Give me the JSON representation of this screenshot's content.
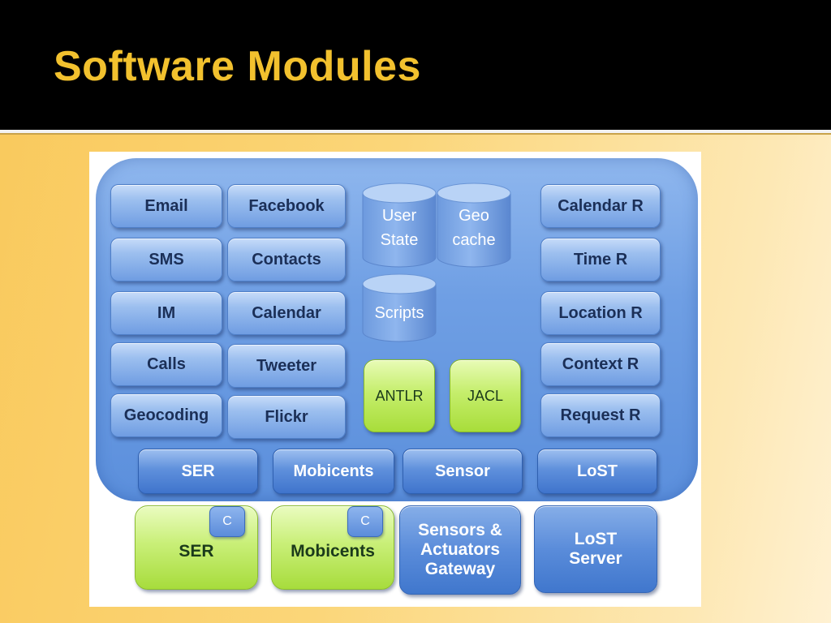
{
  "title": "Software Modules",
  "left_column_a": [
    "Email",
    "SMS",
    "IM",
    "Calls",
    "Geocoding"
  ],
  "left_column_b": [
    "Facebook",
    "Contacts",
    "Calendar",
    "Tweeter",
    "Flickr"
  ],
  "right_column": [
    "Calendar R",
    "Time R",
    "Location R",
    "Context R",
    "Request R"
  ],
  "storage": {
    "user_state": [
      "User",
      "State"
    ],
    "geo_cache": [
      "Geo",
      "cache"
    ],
    "scripts": [
      "Scripts"
    ]
  },
  "tools": [
    "ANTLR",
    "JACL"
  ],
  "bus": [
    "SER",
    "Mobicents",
    "Sensor",
    "LoST"
  ],
  "bottom": {
    "ser": {
      "label": "SER",
      "badge": "C"
    },
    "mobicents": {
      "label": "Mobicents",
      "badge": "C"
    },
    "sensors_gateway": [
      "Sensors &",
      "Actuators",
      "Gateway"
    ],
    "lost_server": [
      "LoST",
      "Server"
    ]
  },
  "colors": {
    "title": "#f2c12e",
    "module_blue": "#6f9de2",
    "bus_blue": "#3f74cc",
    "green": "#a8dd3a"
  }
}
